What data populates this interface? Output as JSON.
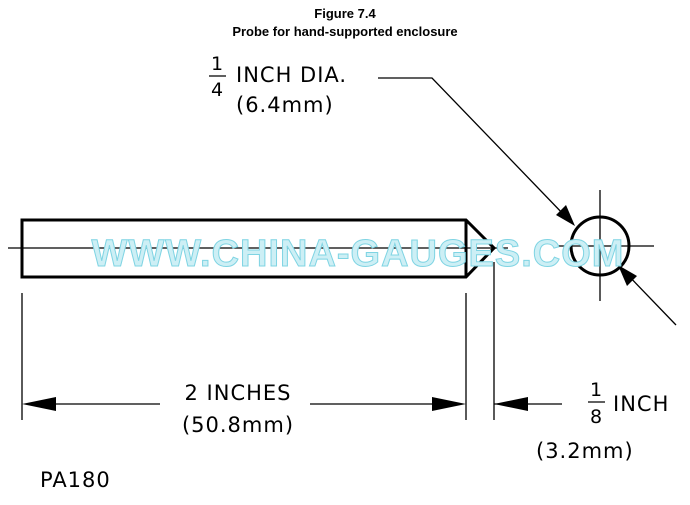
{
  "figure": {
    "number": "Figure 7.4",
    "title": "Probe for hand-supported enclosure"
  },
  "diameter_callout": {
    "fraction_num": "1",
    "fraction_den": "4",
    "label": "INCH DIA.",
    "metric": "(6.4mm)"
  },
  "length_dimension": {
    "label": "2 INCHES",
    "metric": "(50.8mm)"
  },
  "tip_dimension": {
    "fraction_num": "1",
    "fraction_den": "8",
    "label": "INCH",
    "metric": "(3.2mm)"
  },
  "watermark": "WWW.CHINA-GAUGES.COM",
  "drawing_code": "PA180"
}
